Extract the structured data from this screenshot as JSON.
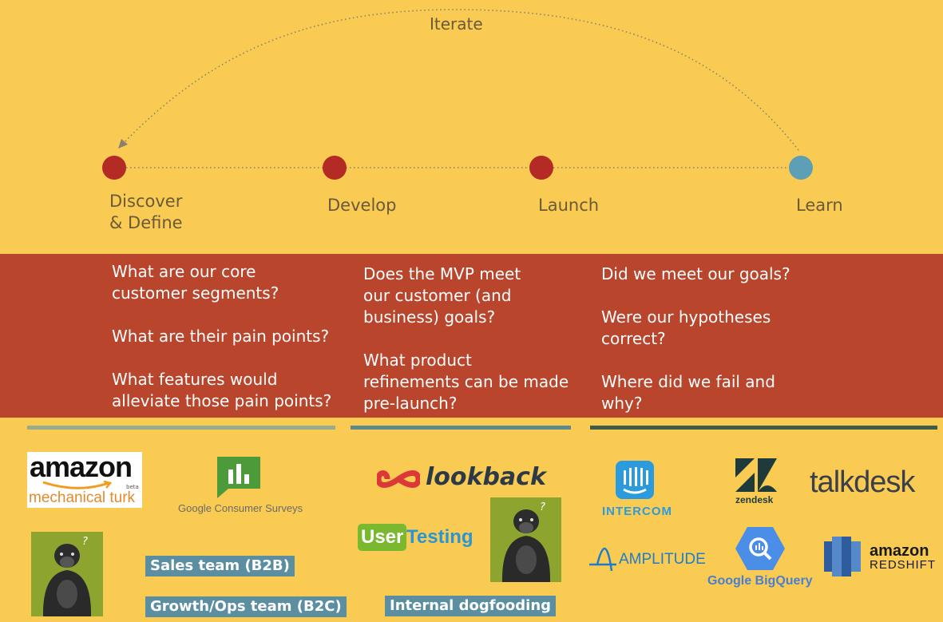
{
  "cycle": {
    "iterate_label": "Iterate",
    "stages": [
      {
        "label": "Discover\n& Define",
        "color": "#b42a24"
      },
      {
        "label": "Develop",
        "color": "#b42a24"
      },
      {
        "label": "Launch",
        "color": "#b42a24"
      },
      {
        "label": "Learn",
        "color": "#5d9fb5"
      }
    ]
  },
  "questions": {
    "col1": "What are our core\ncustomer segments?\n\nWhat are their pain points?\n\nWhat features would\nalleviate those pain points?",
    "col2": "Does the MVP meet\nour customer (and\nbusiness) goals?\n\nWhat product\nrefinements can be made\npre-launch?",
    "col3": "Did we meet our goals?\n\nWere our hypotheses\ncorrect?\n\nWhere did we fail and\nwhy?"
  },
  "tools": {
    "discover": {
      "mturk_top": "amazon",
      "mturk_bottom": "mechanical turk",
      "mturk_beta": "beta",
      "gcs_label": "Google Consumer Surveys",
      "tag_sales": "Sales team (B2B)",
      "tag_growth": "Growth/Ops team (B2C)"
    },
    "develop": {
      "lookback": "lookback",
      "usertesting_user": "User",
      "usertesting_testing": "Testing",
      "tag_dogfood": "Internal dogfooding"
    },
    "learn": {
      "intercom": "INTERCOM",
      "zendesk": "zendesk",
      "talkdesk": "talkdesk",
      "amplitude": "AMPLITUDE",
      "bigquery": "Google BigQuery",
      "redshift_top": "amazon",
      "redshift_bottom": "REDSHIFT"
    }
  },
  "colors": {
    "background": "#f9cb52",
    "band": "#b9452c",
    "rule1": "#98ab8e",
    "rule2": "#5e8a8e",
    "rule3": "#3d5c4a",
    "tag": "#5a8ea0",
    "gorilla_bg": "#8da52e"
  }
}
